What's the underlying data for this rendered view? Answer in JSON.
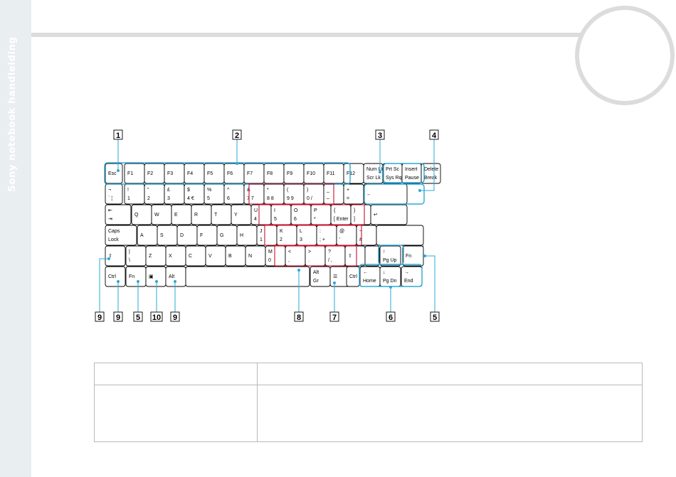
{
  "sidebar": {
    "title": "Sony notebook handleiding"
  },
  "colors": {
    "highlight_blue": "#2aa8d6",
    "highlight_red": "#c4122f",
    "sidebar_bg": "#e9eef1",
    "rule": "#dcdcdc"
  },
  "callouts": {
    "top": [
      "1",
      "2",
      "3",
      "4"
    ],
    "bottom": [
      "9",
      "9",
      "5",
      "10",
      "9",
      "8",
      "7",
      "6",
      "5"
    ]
  },
  "keyboard": {
    "row0": [
      {
        "t": "Esc"
      },
      {
        "t": "F1"
      },
      {
        "t": "F2"
      },
      {
        "t": "F3"
      },
      {
        "t": "F4"
      },
      {
        "t": "F5"
      },
      {
        "t": "F6"
      },
      {
        "t": "F7"
      },
      {
        "t": "F8"
      },
      {
        "t": "F9"
      },
      {
        "t": "F10"
      },
      {
        "t": "F11"
      },
      {
        "t": "F12"
      },
      {
        "t": "Num Lk",
        "b": "Scr Lk"
      },
      {
        "t": "Prt Sc",
        "b": "Sys Rq"
      },
      {
        "t": "Insert",
        "b": "Pause"
      },
      {
        "t": "Delete",
        "b": "Break"
      }
    ],
    "row1": [
      {
        "t": "¬",
        "b": "`  ¦"
      },
      {
        "t": "!",
        "b": "1"
      },
      {
        "t": "\"",
        "b": "2"
      },
      {
        "t": "£",
        "b": "3"
      },
      {
        "t": "$",
        "b": "4   €"
      },
      {
        "t": "%",
        "b": "5"
      },
      {
        "t": "^",
        "b": "6"
      },
      {
        "t": "&",
        "b": "7 7"
      },
      {
        "t": "*",
        "b": "8 8"
      },
      {
        "t": "(",
        "b": "9 9"
      },
      {
        "t": ")",
        "b": "0 /"
      },
      {
        "t": "_",
        "b": "–"
      },
      {
        "t": "+",
        "b": "="
      },
      {
        "t": "←"
      }
    ],
    "row2": [
      {
        "t": "⇤",
        "b": "⇥"
      },
      {
        "t": "Q"
      },
      {
        "t": "W"
      },
      {
        "t": "E"
      },
      {
        "t": "R"
      },
      {
        "t": "T"
      },
      {
        "t": "Y"
      },
      {
        "t": "U",
        "b": "4"
      },
      {
        "t": "I",
        "b": "5"
      },
      {
        "t": "O",
        "b": "6"
      },
      {
        "t": "P",
        "b": "*"
      },
      {
        "t": "{",
        "b": "[ Enter"
      },
      {
        "t": "}",
        "b": "]"
      },
      {
        "t": "↵"
      }
    ],
    "row3": [
      {
        "t": "Caps",
        "b": "Lock"
      },
      {
        "t": "A"
      },
      {
        "t": "S"
      },
      {
        "t": "D"
      },
      {
        "t": "F"
      },
      {
        "t": "G"
      },
      {
        "t": "H"
      },
      {
        "t": "J",
        "b": "1"
      },
      {
        "t": "K",
        "b": "2"
      },
      {
        "t": "L",
        "b": "3"
      },
      {
        "t": ":",
        "b": ";  +"
      },
      {
        "t": "@",
        "b": "'"
      },
      {
        "t": "~",
        "b": "#"
      }
    ],
    "row4": [
      {
        "t": "⇧"
      },
      {
        "t": "|",
        "b": "\\"
      },
      {
        "t": "Z"
      },
      {
        "t": "X"
      },
      {
        "t": "C"
      },
      {
        "t": "V"
      },
      {
        "t": "B"
      },
      {
        "t": "N"
      },
      {
        "t": "M",
        "b": "0"
      },
      {
        "t": "<",
        "b": ","
      },
      {
        "t": ">",
        "b": "."
      },
      {
        "t": "?",
        "b": "/  ,"
      },
      {
        "t": "⇧"
      },
      {
        "t": "↑",
        "b": "Pg Up"
      },
      {
        "t": "Fn"
      }
    ],
    "row5": [
      {
        "t": "Ctrl"
      },
      {
        "t": "Fn"
      },
      {
        "t": "▣"
      },
      {
        "t": "Alt"
      },
      {
        "t": ""
      },
      {
        "t": "Alt",
        "b": "Gr"
      },
      {
        "t": "☰"
      },
      {
        "t": "Ctrl"
      },
      {
        "t": "←",
        "b": "Home"
      },
      {
        "t": "↓",
        "b": "Pg Dn"
      },
      {
        "t": "→",
        "b": "End"
      }
    ]
  },
  "table": {
    "rows": [
      [
        "",
        ""
      ],
      [
        "",
        ""
      ]
    ]
  }
}
